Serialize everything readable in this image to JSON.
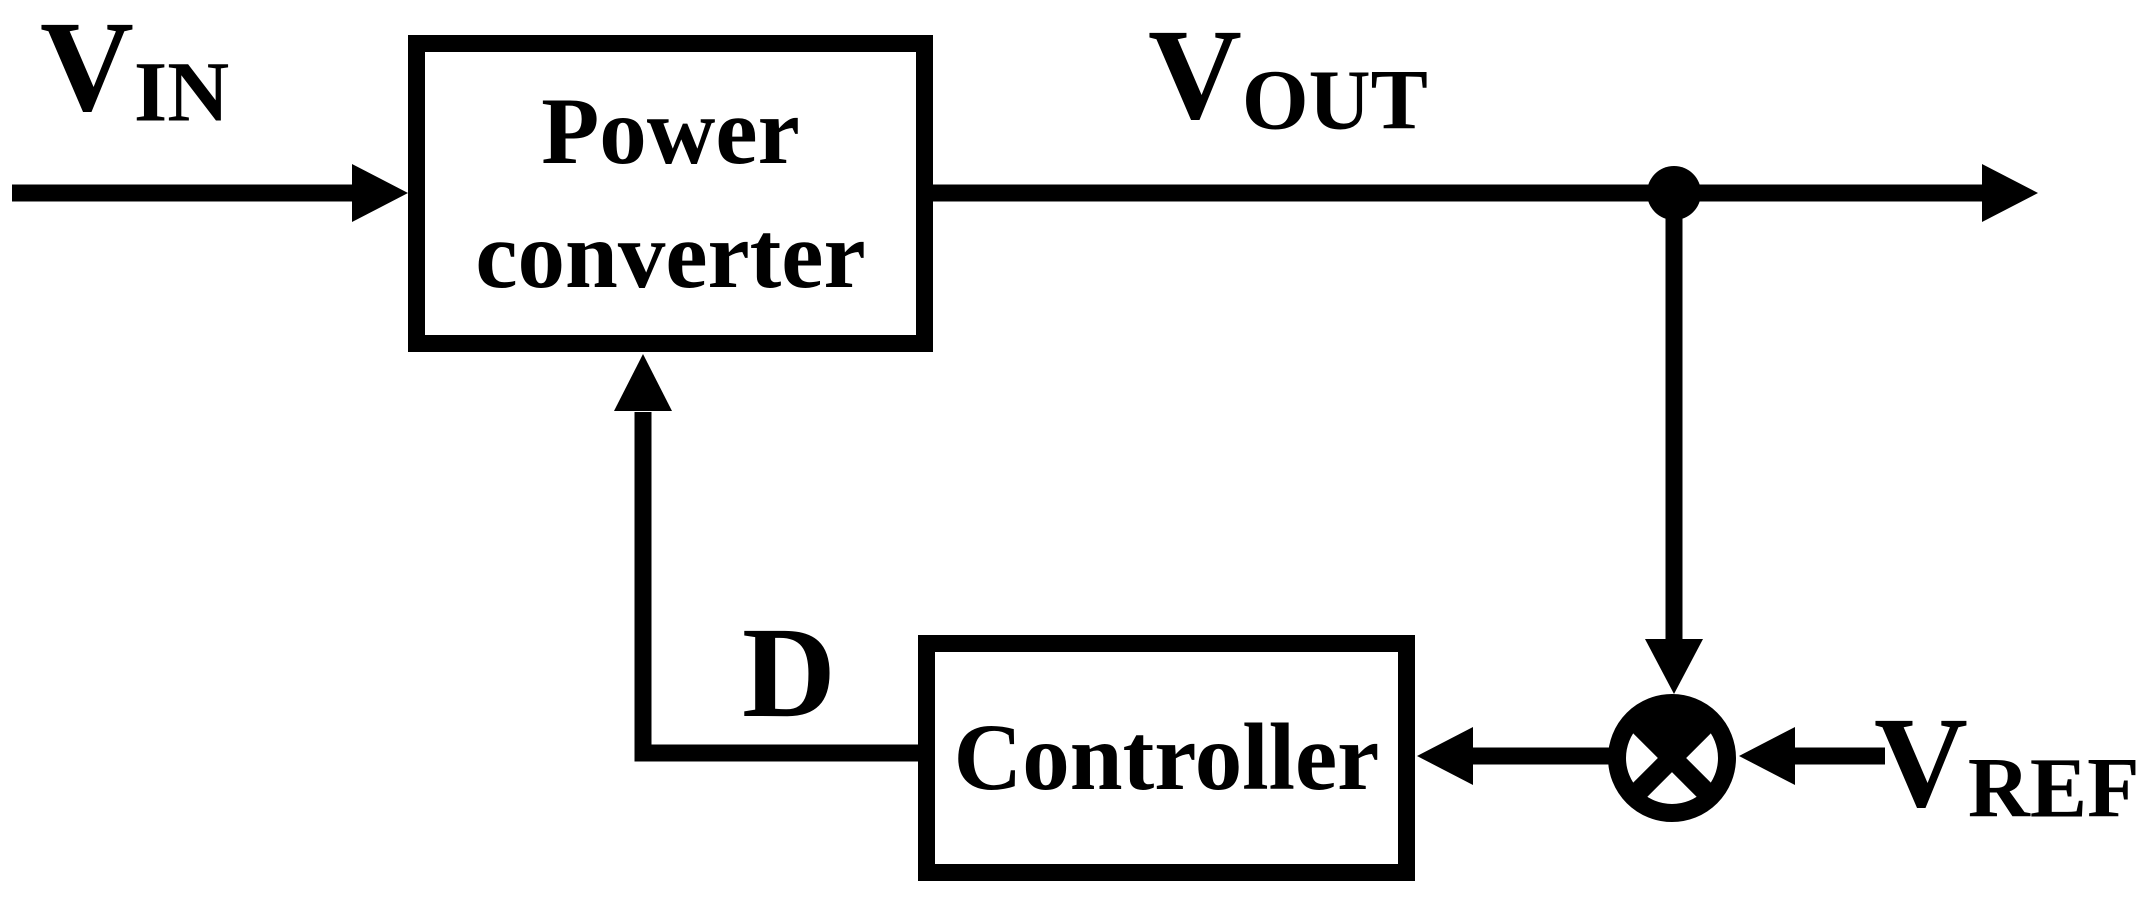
{
  "colors": {
    "ink": "#000000",
    "paper": "#ffffff"
  },
  "blocks": {
    "power_converter": {
      "line1": "Power",
      "line2": "converter"
    },
    "controller": {
      "label": "Controller"
    }
  },
  "signals": {
    "vin": {
      "base": "V",
      "sub": "IN"
    },
    "vout": {
      "base": "V",
      "sub": "OUT"
    },
    "vref": {
      "base": "V",
      "sub": "REF"
    },
    "duty": {
      "label": "D"
    }
  }
}
